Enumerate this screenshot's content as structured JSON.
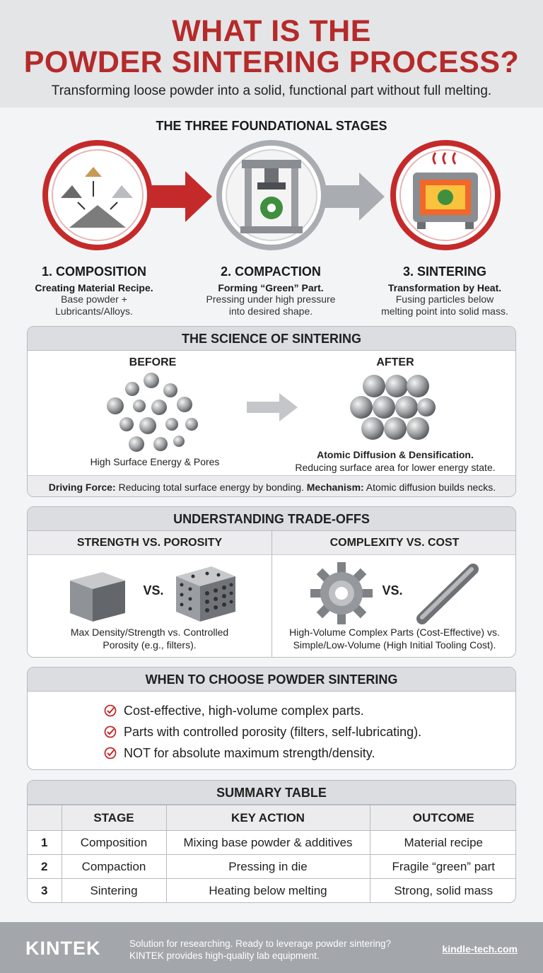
{
  "header": {
    "title_line1": "WHAT IS THE",
    "title_line2": "POWDER SINTERING PROCESS?",
    "subtitle": "Transforming loose powder into a solid, functional part without full melting."
  },
  "stages": {
    "heading": "THE THREE FOUNDATIONAL STAGES",
    "items": [
      {
        "title": "1. COMPOSITION",
        "subtitle": "Creating Material Recipe.",
        "desc_line1": "Base powder +",
        "desc_line2": "Lubricants/Alloys.",
        "icon": "powder-mixing-icon"
      },
      {
        "title": "2. COMPACTION",
        "subtitle": "Forming “Green” Part.",
        "desc_line1": "Pressing under high pressure",
        "desc_line2": "into desired shape.",
        "icon": "press-icon"
      },
      {
        "title": "3. SINTERING",
        "subtitle": "Transformation by Heat.",
        "desc_line1": "Fusing particles below",
        "desc_line2": "melting point into solid mass.",
        "icon": "furnace-icon"
      }
    ]
  },
  "science": {
    "heading": "THE SCIENCE OF SINTERING",
    "before_label": "BEFORE",
    "after_label": "AFTER",
    "before_caption": "High Surface Energy & Pores",
    "after_caption_bold": "Atomic Diffusion & Densification.",
    "after_caption": "Reducing surface area for lower energy state.",
    "footer_bold1": "Driving Force:",
    "footer_text1": " Reducing total surface energy by bonding. ",
    "footer_bold2": "Mechanism:",
    "footer_text2": " Atomic diffusion builds necks."
  },
  "tradeoffs": {
    "heading": "UNDERSTANDING TRADE-OFFS",
    "left_title": "STRENGTH VS. POROSITY",
    "right_title": "COMPLEXITY VS. COST",
    "vs": "VS.",
    "left_caption_line1": "Max Density/Strength vs. Controlled",
    "left_caption_line2": "Porosity (e.g., filters).",
    "right_caption_line1": "High-Volume Complex Parts (Cost-Effective) vs.",
    "right_caption_line2": "Simple/Low-Volume (High Initial Tooling Cost)."
  },
  "choose": {
    "heading": "WHEN TO CHOOSE POWDER SINTERING",
    "items": [
      "Cost-effective, high-volume complex parts.",
      "Parts with controlled porosity (filters, self-lubricating).",
      "NOT for absolute maximum strength/density."
    ]
  },
  "summary": {
    "heading": "SUMMARY TABLE",
    "columns": [
      "",
      "STAGE",
      "KEY ACTION",
      "OUTCOME"
    ],
    "rows": [
      [
        "1",
        "Composition",
        "Mixing base powder & additives",
        "Material recipe"
      ],
      [
        "2",
        "Compaction",
        "Pressing in die",
        "Fragile “green” part"
      ],
      [
        "3",
        "Sintering",
        "Heating below melting",
        "Strong, solid mass"
      ]
    ]
  },
  "footer": {
    "brand": "KINTEK",
    "text_line1": "Solution for researching. Ready to leverage powder sintering?",
    "text_line2": "KINTEK provides high-quality lab equipment.",
    "link": "kindle-tech.com"
  },
  "colors": {
    "accent_red": "#b52a2a",
    "gray_header": "#dcdde0",
    "footer_gray": "#a3a6ab"
  }
}
